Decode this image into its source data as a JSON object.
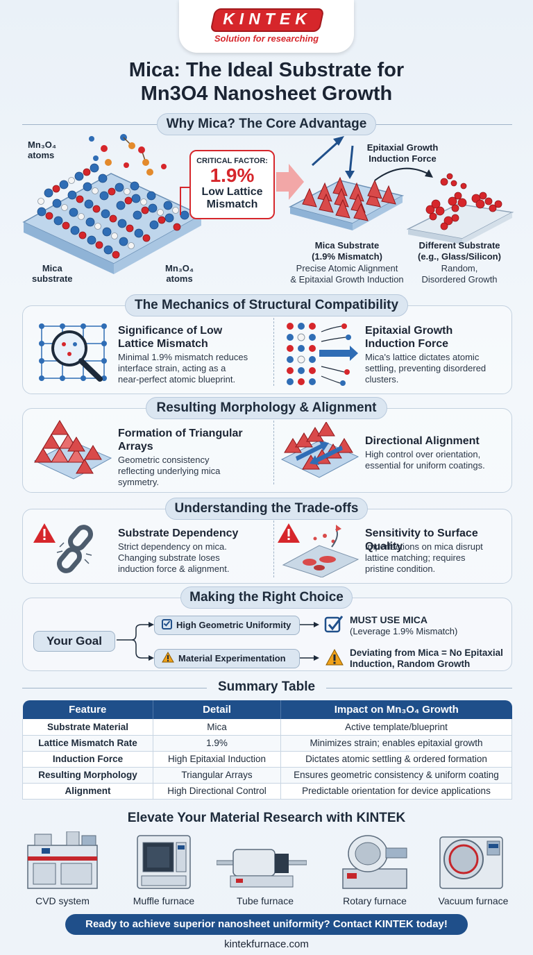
{
  "brand": {
    "name": "KINTEK",
    "tagline": "Solution for researching"
  },
  "title_line1": "Mica: The Ideal Substrate for",
  "title_line2": "Mn3O4 Nanosheet Growth",
  "why": {
    "heading": "Why Mica? The Core Advantage",
    "atoms_label_top": "Mn₃O₄\natoms",
    "atoms_label_bottom": "Mn₃O₄\natoms",
    "mica_label": "Mica\nsubstrate",
    "critical_label": "CRITICAL FACTOR:",
    "critical_value": "1.9%",
    "critical_desc": "Low Lattice\nMismatch",
    "epitaxial_label": "Epitaxial Growth\nInduction Force",
    "mica_sub_title": "Mica Substrate\n(1.9% Mismatch)",
    "mica_sub_desc": "Precise Atomic Alignment\n& Epitaxial Growth Induction",
    "diff_sub_title": "Different Substrate\n(e.g., Glass/Silicon)",
    "diff_sub_desc": "Random,\nDisordered Growth"
  },
  "mechanics": {
    "heading": "The Mechanics of Structural Compatibility",
    "left_title": "Significance of Low\nLattice Mismatch",
    "left_text": "Minimal 1.9% mismatch reduces\ninterface strain, acting as a\nnear-perfect atomic blueprint.",
    "right_title": "Epitaxial Growth\nInduction Force",
    "right_text": "Mica's lattice dictates atomic\nsettling, preventing disordered\nclusters."
  },
  "morphology": {
    "heading": "Resulting Morphology & Alignment",
    "left_title": "Formation of Triangular\nArrays",
    "left_text": "Geometric consistency\nreflecting underlying mica\nsymmetry.",
    "right_title": "Directional Alignment",
    "right_text": "High control over orientation,\nessential for uniform coatings."
  },
  "tradeoffs": {
    "heading": "Understanding the Trade-offs",
    "left_title": "Substrate Dependency",
    "left_text": "Strict dependency on mica.\nChanging substrate loses\ninduction force & alignment.",
    "right_title": "Sensitivity to Surface Quality",
    "right_text": "Imperfections on mica disrupt\nlattice matching; requires\npristine condition."
  },
  "choice": {
    "heading": "Making the Right Choice",
    "goal": "Your Goal",
    "option1": "High Geometric Uniformity",
    "option2": "Material Experimentation",
    "result1_title": "MUST USE MICA",
    "result1_sub": "(Leverage 1.9% Mismatch)",
    "result2": "Deviating from Mica = No Epitaxial\nInduction, Random Growth"
  },
  "summary": {
    "heading": "Summary Table",
    "headers": [
      "Feature",
      "Detail",
      "Impact on Mn₃O₄ Growth"
    ],
    "rows": [
      [
        "Substrate Material",
        "Mica",
        "Active template/blueprint"
      ],
      [
        "Lattice Mismatch Rate",
        "1.9%",
        "Minimizes strain; enables epitaxial growth"
      ],
      [
        "Induction Force",
        "High Epitaxial Induction",
        "Dictates atomic settling & ordered formation"
      ],
      [
        "Resulting Morphology",
        "Triangular Arrays",
        "Ensures geometric consistency & uniform coating"
      ],
      [
        "Alignment",
        "High Directional Control",
        "Predictable orientation for device applications"
      ]
    ]
  },
  "products": {
    "heading": "Elevate Your Material Research with KINTEK",
    "items": [
      "CVD system",
      "Muffle furnace",
      "Tube furnace",
      "Rotary furnace",
      "Vacuum furnace"
    ]
  },
  "cta": "Ready to achieve superior nanosheet uniformity? Contact KINTEK today!",
  "url": "kintekfurnace.com",
  "colors": {
    "accent_red": "#d6262b",
    "navy": "#1f4f8a",
    "atom_blue": "#2f6db5",
    "atom_red": "#d6262b"
  }
}
